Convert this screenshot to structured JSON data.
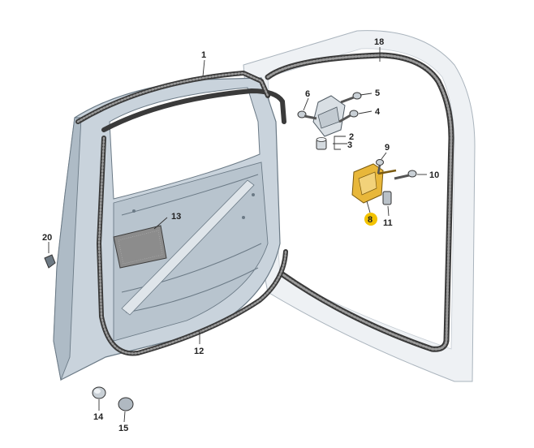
{
  "diagram": {
    "callouts": {
      "c1": "1",
      "c2": "2",
      "c3": "3",
      "c4": "4",
      "c5": "5",
      "c6": "6",
      "c8": "8",
      "c9": "9",
      "c10": "10",
      "c11": "11",
      "c12": "12",
      "c13": "13",
      "c14": "14",
      "c15": "15",
      "c18": "18",
      "c20": "20"
    },
    "highlight_color": "#f2c200",
    "part_color": "#e8b73a"
  }
}
